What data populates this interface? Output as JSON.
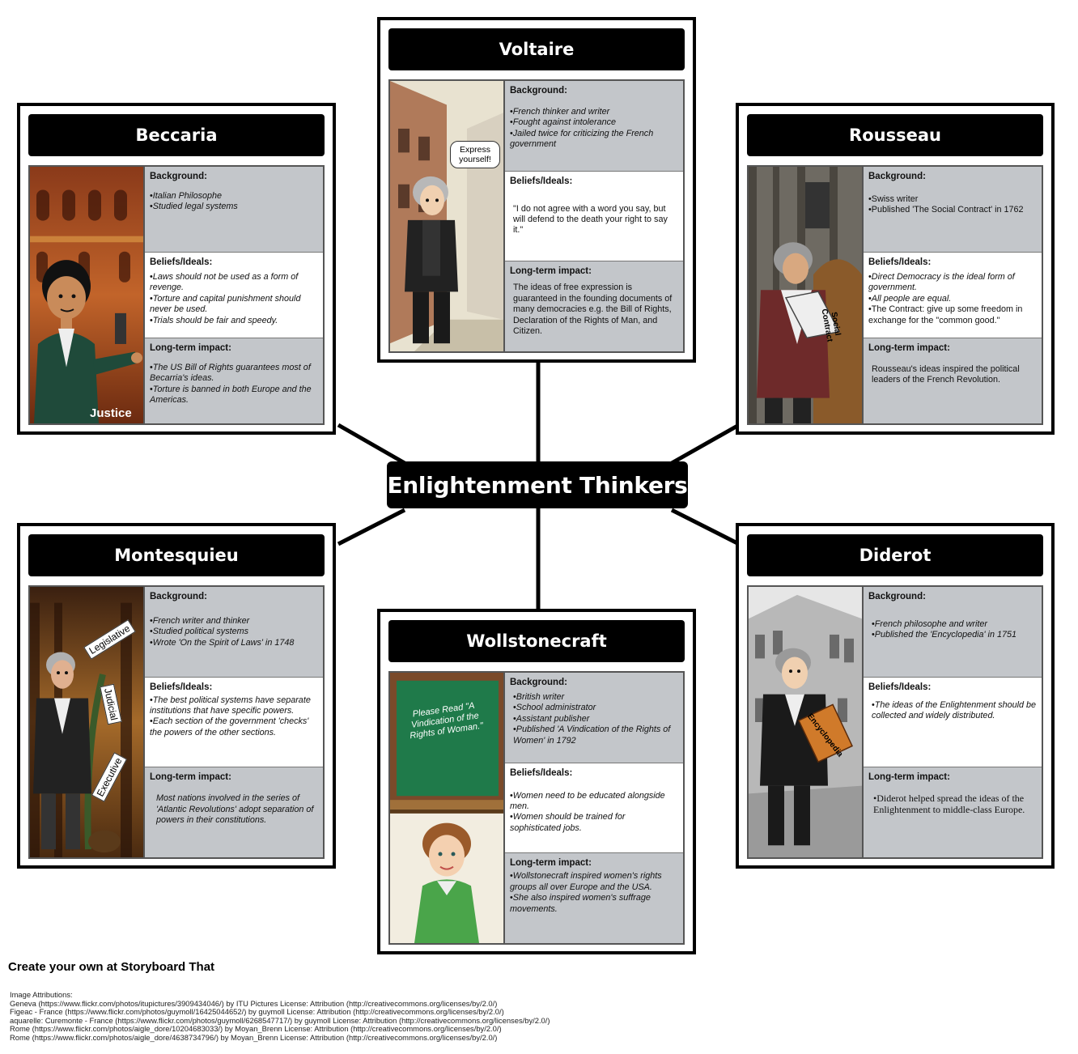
{
  "center_title": "Enlightenment Thinkers",
  "cards": {
    "beccaria": {
      "title": "Beccaria",
      "pic_label": "Justice",
      "background_heading": "Background:",
      "background_items": [
        "Italian Philosophe",
        "Studied legal systems"
      ],
      "beliefs_heading": "Beliefs/Ideals:",
      "beliefs_items": [
        "Laws should not be used as a form of revenge.",
        "Torture and capital punishment should never be used.",
        "Trials should be fair and speedy."
      ],
      "impact_heading": "Long-term impact:",
      "impact_items": [
        "The US Bill of Rights guarantees most of Becarria's ideas.",
        "Torture is banned in both Europe and the Americas."
      ]
    },
    "voltaire": {
      "title": "Voltaire",
      "speech": "Express yourself!",
      "background_heading": "Background:",
      "background_items": [
        "French thinker and writer",
        "Fought against intolerance",
        "Jailed twice for criticizing the French government"
      ],
      "beliefs_heading": "Beliefs/Ideals:",
      "beliefs_text": "\"I do not agree with a word you say, but will defend to the death your right to say it.\"",
      "impact_heading": "Long-term impact:",
      "impact_text": "The ideas of free expression is guaranteed in the founding documents of many democracies e.g. the Bill of Rights, Declaration of the Rights of Man, and Citizen."
    },
    "rousseau": {
      "title": "Rousseau",
      "book_label": "Social Contract",
      "background_heading": "Background:",
      "background_items": [
        "Swiss writer",
        "Published 'The Social Contract' in 1762"
      ],
      "beliefs_heading": "Beliefs/Ideals:",
      "beliefs_items": [
        "Direct Democracy is the ideal form of government.",
        "All people are equal.",
        "The Contract: give up some freedom in exchange for the \"common good.\""
      ],
      "impact_heading": "Long-term impact:",
      "impact_text": "Rousseau's ideas inspired the political leaders of the French Revolution."
    },
    "montesquieu": {
      "title": "Montesquieu",
      "branch_labels": [
        "Legislative",
        "Judicial",
        "Executive"
      ],
      "background_heading": "Background:",
      "background_items": [
        "French writer and thinker",
        "Studied political systems",
        "Wrote 'On the Spirit of Laws' in 1748"
      ],
      "beliefs_heading": "Beliefs/Ideals:",
      "beliefs_items": [
        "The best political systems have separate institutions that have specific powers.",
        "Each section of the government 'checks' the powers of the other sections."
      ],
      "impact_heading": "Long-term impact:",
      "impact_text": "Most nations involved in the series of 'Atlantic Revolutions' adopt separation of powers in their constitutions."
    },
    "wollstonecraft": {
      "title": "Wollstonecraft",
      "board_text": "Please Read \"A Vindication of the Rights of Woman.\"",
      "background_heading": "Background:",
      "background_items": [
        "British writer",
        "School administrator",
        "Assistant publisher",
        "Published 'A Vindication of the Rights of Women' in 1792"
      ],
      "beliefs_heading": "Beliefs/Ideals:",
      "beliefs_items": [
        "Women need to be educated alongside men.",
        "Women should be trained for sophisticated jobs."
      ],
      "impact_heading": "Long-term impact:",
      "impact_items": [
        "Wollstonecraft inspired women's rights groups all over Europe and the USA.",
        "She also inspired women's suffrage movements."
      ]
    },
    "diderot": {
      "title": "Diderot",
      "book_label": "Encyclopedia",
      "background_heading": "Background:",
      "background_items": [
        "French philosophe and writer",
        "Published the 'Encyclopedia' in 1751"
      ],
      "beliefs_heading": "Beliefs/Ideals:",
      "beliefs_items": [
        "The ideas of the Enlightenment should be collected and widely distributed."
      ],
      "impact_heading": "Long-term impact:",
      "impact_items": [
        "Diderot helped spread the ideas of the Enlightenment to middle-class Europe."
      ]
    }
  },
  "footer": {
    "caption": "Create your own at Storyboard That",
    "attributions_heading": "Image Attributions:",
    "attributions": [
      "Geneva (https://www.flickr.com/photos/itupictures/3909434046/) by ITU Pictures License: Attribution (http://creativecommons.org/licenses/by/2.0/)",
      "Figeac - France (https://www.flickr.com/photos/guymoll/16425044652/) by guymoll License: Attribution (http://creativecommons.org/licenses/by/2.0/)",
      "aquarelle: Curemonte - France (https://www.flickr.com/photos/guymoll/6268547717/) by guymoll License: Attribution (http://creativecommons.org/licenses/by/2.0/)",
      "Rome (https://www.flickr.com/photos/aigle_dore/10204683033/) by Moyan_Brenn License: Attribution (http://creativecommons.org/licenses/by/2.0/)",
      "Rome (https://www.flickr.com/photos/aigle_dore/4638734796/) by Moyan_Brenn License: Attribution (http://creativecommons.org/licenses/by/2.0/)"
    ]
  },
  "colors": {
    "frame": "#000000",
    "section_gray": "#c3c6ca",
    "chalkboard": "#1f7a4a",
    "dress": "#4aa54a"
  }
}
